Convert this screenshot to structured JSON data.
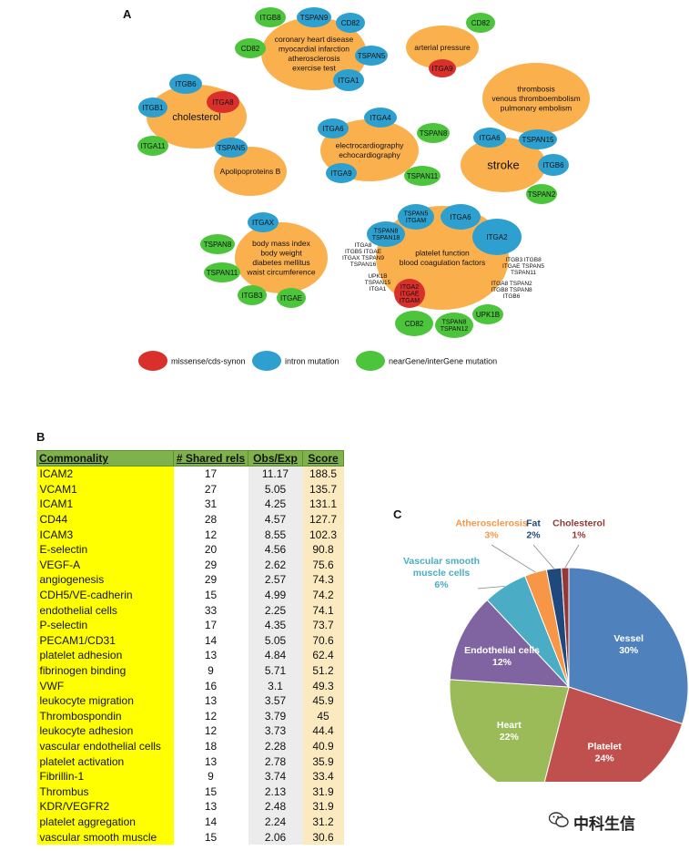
{
  "panel_labels": {
    "a": "A",
    "b": "B",
    "c": "C"
  },
  "network": {
    "disease_nodes": [
      {
        "id": "chd",
        "lines": [
          "coronary heart disease",
          "myocardial infarction",
          "atherosclerosis",
          "exercise test"
        ]
      },
      {
        "id": "ap",
        "lines": [
          "arterial pressure"
        ]
      },
      {
        "id": "chol",
        "lines": [
          "cholesterol"
        ]
      },
      {
        "id": "thromb",
        "lines": [
          "thrombosis",
          "venous thromboembolism",
          "pulmonary embolism"
        ]
      },
      {
        "id": "ecg",
        "lines": [
          "electrocardiography",
          "echocardiography"
        ]
      },
      {
        "id": "stroke",
        "lines": [
          "stroke"
        ]
      },
      {
        "id": "apo",
        "lines": [
          "Apolipoproteins B"
        ]
      },
      {
        "id": "bmi",
        "lines": [
          "body mass index",
          "body weight",
          "diabetes mellitus",
          "waist circumference"
        ]
      },
      {
        "id": "plt",
        "lines": [
          "platelet function",
          "blood coagulation factors"
        ]
      }
    ],
    "gene_nodes": [
      {
        "label": "ITGB8",
        "type": "green"
      },
      {
        "label": "TSPAN9",
        "type": "blue"
      },
      {
        "label": "CD82",
        "type": "blue"
      },
      {
        "label": "CD82",
        "type": "green"
      },
      {
        "label": "TSPAN5",
        "type": "blue"
      },
      {
        "label": "ITGA1",
        "type": "blue"
      },
      {
        "label": "CD82",
        "type": "green"
      },
      {
        "label": "ITGA9",
        "type": "red"
      },
      {
        "label": "ITGB6",
        "type": "blue"
      },
      {
        "label": "ITGB1",
        "type": "blue"
      },
      {
        "label": "ITGA8",
        "type": "red"
      },
      {
        "label": "ITGA11",
        "type": "green"
      },
      {
        "label": "TSPAN5",
        "type": "blue"
      },
      {
        "label": "ITGA4",
        "type": "blue"
      },
      {
        "label": "ITGA6",
        "type": "blue"
      },
      {
        "label": "TSPAN8",
        "type": "green"
      },
      {
        "label": "ITGA9",
        "type": "blue"
      },
      {
        "label": "TSPAN11",
        "type": "green"
      },
      {
        "label": "ITGA6",
        "type": "blue"
      },
      {
        "label": "TSPAN15",
        "type": "blue"
      },
      {
        "label": "ITGB6",
        "type": "blue"
      },
      {
        "label": "TSPAN2",
        "type": "green"
      },
      {
        "label": "ITGAX",
        "type": "blue"
      },
      {
        "label": "TSPAN8",
        "type": "green"
      },
      {
        "label": "TSPAN11",
        "type": "green"
      },
      {
        "label": "ITGB3",
        "type": "green"
      },
      {
        "label": "ITGAE",
        "type": "green"
      },
      {
        "label": "TSPAN5 ITGAM",
        "type": "blue"
      },
      {
        "label": "ITGA6",
        "type": "blue"
      },
      {
        "label": "ITGA2",
        "type": "blue"
      },
      {
        "label": "TSPAN8 TSPAN18",
        "type": "blue"
      },
      {
        "label": "CD82",
        "type": "green"
      },
      {
        "label": "TSPAN8 TSPAN12",
        "type": "green"
      },
      {
        "label": "UPK1B",
        "type": "green"
      },
      {
        "label": "ITGA2 ITGAE ITGAM",
        "type": "red"
      }
    ],
    "tiny_labels": [
      {
        "lines": [
          "ITGA8",
          "ITGB5  ITGAE",
          "ITGAX  TSPAN9",
          "TSPAN16"
        ]
      },
      {
        "lines": [
          "UPK1B",
          "TSPAN15",
          "ITGA1"
        ]
      },
      {
        "lines": [
          "ITGB3 ITGB8",
          "ITGAE TSPAN5",
          "TSPAN11"
        ]
      },
      {
        "lines": [
          "ITGA8 TSPAN2",
          "ITGB8 TSPAN8",
          "ITGB6"
        ]
      }
    ],
    "legend": [
      {
        "label": "missense/cds-synon",
        "color": "#d9302c"
      },
      {
        "label": "intron mutation",
        "color": "#2ea0cf"
      },
      {
        "label": "nearGene/interGene mutation",
        "color": "#4cc43c"
      }
    ],
    "colors": {
      "disease": "#fbb04e",
      "red": "#d9302c",
      "blue": "#2ea0cf",
      "green": "#4cc43c"
    }
  },
  "table": {
    "headers": [
      "Commonality",
      "# Shared rels",
      "Obs/Exp",
      "Score"
    ],
    "rows": [
      [
        "ICAM2",
        "17",
        "11.17",
        "188.5"
      ],
      [
        "VCAM1",
        "27",
        "5.05",
        "135.7"
      ],
      [
        "ICAM1",
        "31",
        "4.25",
        "131.1"
      ],
      [
        "CD44",
        "28",
        "4.57",
        "127.7"
      ],
      [
        "ICAM3",
        "12",
        "8.55",
        "102.3"
      ],
      [
        "E-selectin",
        "20",
        "4.56",
        "90.8"
      ],
      [
        "VEGF-A",
        "29",
        "2.62",
        "75.6"
      ],
      [
        "angiogenesis",
        "29",
        "2.57",
        "74.3"
      ],
      [
        "CDH5/VE-cadherin",
        "15",
        "4.99",
        "74.2"
      ],
      [
        "endothelial cells",
        "33",
        "2.25",
        "74.1"
      ],
      [
        "P-selectin",
        "17",
        "4.35",
        "73.7"
      ],
      [
        "PECAM1/CD31",
        "14",
        "5.05",
        "70.6"
      ],
      [
        "platelet adhesion",
        "13",
        "4.84",
        "62.4"
      ],
      [
        "fibrinogen binding",
        "9",
        "5.71",
        "51.2"
      ],
      [
        "VWF",
        "16",
        "3.1",
        "49.3"
      ],
      [
        "leukocyte migration",
        "13",
        "3.57",
        "45.9"
      ],
      [
        "Thrombospondin",
        "12",
        "3.79",
        "45"
      ],
      [
        "leukocyte adhesion",
        "12",
        "3.73",
        "44.4"
      ],
      [
        "vascular endothelial cells",
        "18",
        "2.28",
        "40.9"
      ],
      [
        "platelet activation",
        "13",
        "2.78",
        "35.9"
      ],
      [
        "Fibrillin-1",
        "9",
        "3.74",
        "33.4"
      ],
      [
        "Thrombus",
        "15",
        "2.13",
        "31.9"
      ],
      [
        "KDR/VEGFR2",
        "13",
        "2.48",
        "31.9"
      ],
      [
        "platelet aggregation",
        "14",
        "2.24",
        "31.2"
      ],
      [
        "vascular smooth muscle",
        "15",
        "2.06",
        "30.6"
      ]
    ]
  },
  "chart_data": {
    "type": "pie",
    "slices": [
      {
        "name": "Vessel",
        "value": 30,
        "label": "30%",
        "color": "#4f81bd"
      },
      {
        "name": "Platelet",
        "value": 24,
        "label": "24%",
        "color": "#c0504d"
      },
      {
        "name": "Heart",
        "value": 22,
        "label": "22%",
        "color": "#9bbb59"
      },
      {
        "name": "Endothelial cells",
        "value": 12,
        "label": "12%",
        "color": "#8064a2"
      },
      {
        "name": "Vascular smooth muscle cells",
        "value": 6,
        "label": "6%",
        "color": "#4bacc6"
      },
      {
        "name": "Atherosclerosis",
        "value": 3,
        "label": "3%",
        "color": "#f79646"
      },
      {
        "name": "Fat",
        "value": 2,
        "label": "2%",
        "color": "#1f497d"
      },
      {
        "name": "Cholesterol",
        "value": 1,
        "label": "1%",
        "color": "#953735"
      }
    ]
  },
  "watermark": {
    "text": "中科生信",
    "icon": "wechat-icon"
  }
}
